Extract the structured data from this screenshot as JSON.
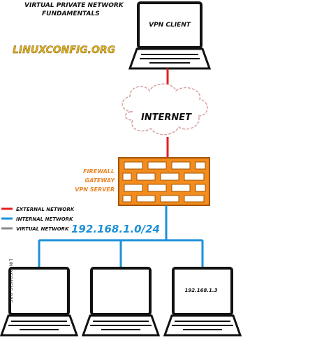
{
  "header": {
    "title_line1": "VIRTUAL PRIVATE NETWORK",
    "title_line2": "FUNDAMENTALS",
    "logo": "LINUXCONFIG.ORG"
  },
  "nodes": {
    "vpn_client_label": "VPN CLIENT",
    "internet_label": "INTERNET",
    "firewall_label_1": "FIREWALL",
    "firewall_label_2": "GATEWAY",
    "firewall_label_3": "VPN SERVER",
    "subnet_label": "192.168.1.0/24",
    "host3_label": "192.168.1.3"
  },
  "legend": {
    "items": [
      {
        "label": "EXTERNAL NETWORK",
        "color": "#e02020"
      },
      {
        "label": "INTERNAL NETWORK",
        "color": "#1e90d8"
      },
      {
        "label": "VIRTUAL NETWORK",
        "color": "#888888"
      }
    ]
  },
  "watermark": "LINUXCONFIG.ORG",
  "colors": {
    "external": "#e02020",
    "internal": "#1e90d8",
    "virtual": "#888888",
    "firewall": "#f28c1e",
    "firewall_text": "#e8862a",
    "logo": "#e0b020",
    "subnet_text": "#1e90d8"
  }
}
